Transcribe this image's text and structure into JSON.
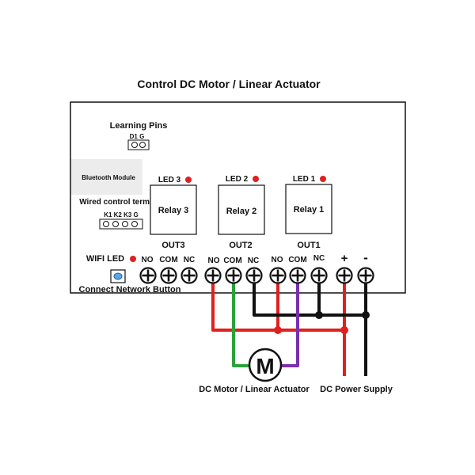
{
  "title": "Control DC Motor / Linear Actuator",
  "learning_pins": {
    "label": "Learning Pins",
    "pins": "D1  G"
  },
  "bluetooth_module": "Bluetooth Module",
  "wired_control": {
    "label": "Wired control terminals",
    "pins": "K1 K2  K3 G"
  },
  "relays": [
    {
      "led": "LED 3",
      "name": "Relay 3",
      "out": "OUT3"
    },
    {
      "led": "LED 2",
      "name": "Relay 2",
      "out": "OUT2"
    },
    {
      "led": "LED 1",
      "name": "Relay 1",
      "out": "OUT1"
    }
  ],
  "wifi_led": "WIFI LED",
  "connect_button": "Connect Network Button",
  "terminal_labels": {
    "out3": [
      "NO",
      "COM",
      "NC"
    ],
    "out2": [
      "NO",
      "COM",
      "NC"
    ],
    "out1": [
      "NO",
      "COM",
      "NC"
    ],
    "power": [
      "+",
      "-"
    ]
  },
  "motor_symbol": "M",
  "motor_label": "DC Motor / Linear Actuator",
  "power_label": "DC Power Supply",
  "colors": {
    "wire_red": "#e0201e",
    "wire_black": "#111111",
    "wire_green": "#2aa43a",
    "wire_purple": "#7a2fb0",
    "led": "#e02020",
    "button": "#5aa7e6"
  }
}
